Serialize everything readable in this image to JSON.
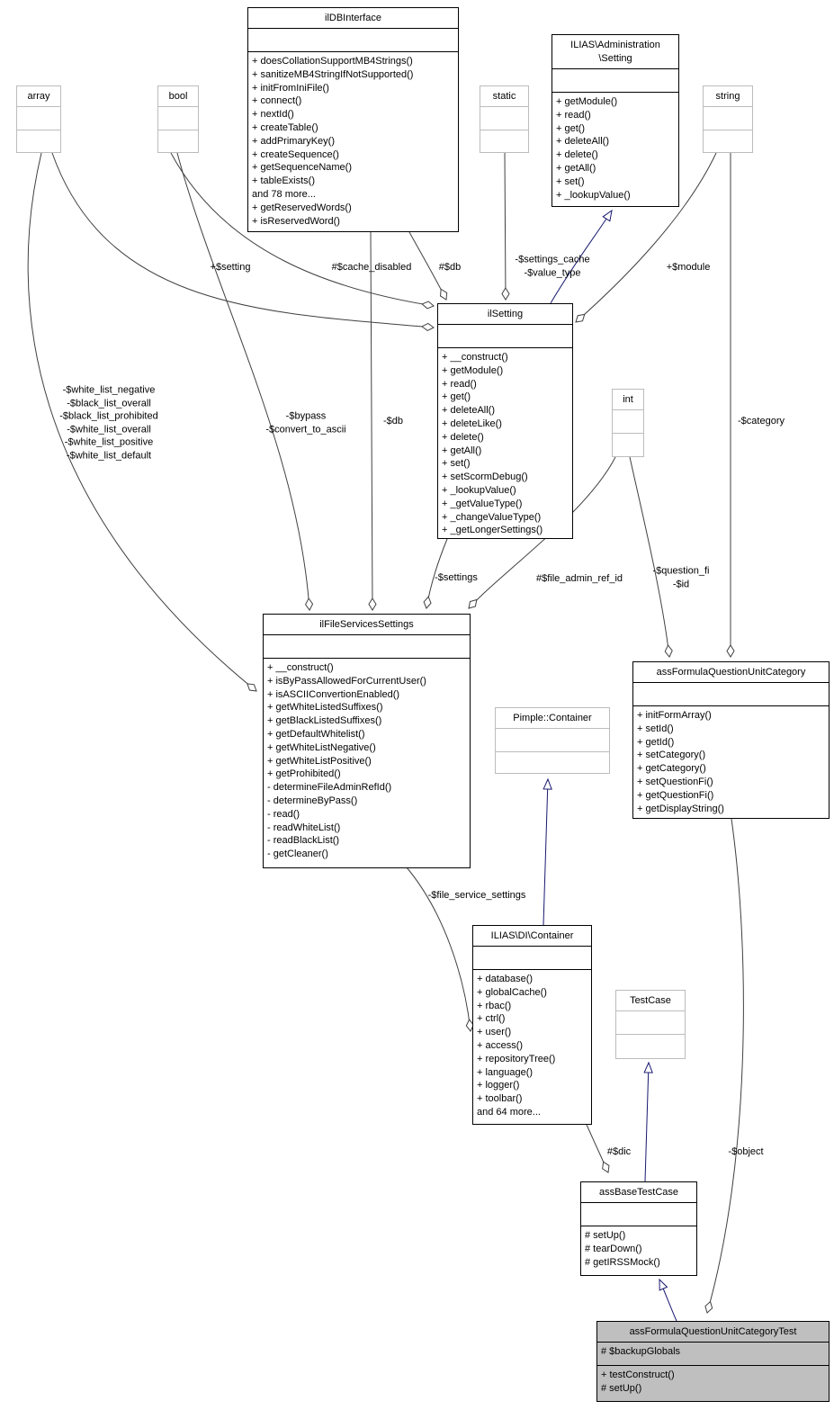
{
  "diagram": {
    "type": "uml-collaboration-diagram",
    "background": "#ffffff",
    "edge_color": "#404040",
    "inheritance_color": "#191970",
    "selected_fill": "#bfbfbf",
    "external_border": "#bcbcbc"
  },
  "classes": [
    {
      "id": "ilDBInterface",
      "kind": "normal",
      "title_lines": [
        "ilDBInterface"
      ],
      "attributes": [],
      "methods": [
        "+ doesCollationSupportMB4Strings()",
        "+ sanitizeMB4StringIfNotSupported()",
        "+ initFromIniFile()",
        "+ connect()",
        "+ nextId()",
        "+ createTable()",
        "+ addPrimaryKey()",
        "+ createSequence()",
        "+ getSequenceName()",
        "+ tableExists()",
        "and 78 more...",
        "+ getReservedWords()",
        "+ isReservedWord()"
      ]
    },
    {
      "id": "AdministrationSetting",
      "kind": "normal",
      "title_lines": [
        "ILIAS\\Administration",
        "\\Setting"
      ],
      "attributes": [],
      "methods": [
        "+ getModule()",
        "+ read()",
        "+ get()",
        "+ deleteAll()",
        "+ delete()",
        "+ getAll()",
        "+ set()",
        "+ _lookupValue()"
      ]
    },
    {
      "id": "array",
      "kind": "external",
      "title_lines": [
        "array"
      ],
      "attributes": [],
      "methods": []
    },
    {
      "id": "bool",
      "kind": "external",
      "title_lines": [
        "bool"
      ],
      "attributes": [],
      "methods": []
    },
    {
      "id": "static",
      "kind": "external",
      "title_lines": [
        "static"
      ],
      "attributes": [],
      "methods": []
    },
    {
      "id": "string",
      "kind": "external",
      "title_lines": [
        "string"
      ],
      "attributes": [],
      "methods": []
    },
    {
      "id": "int",
      "kind": "external",
      "title_lines": [
        "int"
      ],
      "attributes": [],
      "methods": []
    },
    {
      "id": "ilSetting",
      "kind": "normal",
      "title_lines": [
        "ilSetting"
      ],
      "attributes": [],
      "methods": [
        "+ __construct()",
        "+ getModule()",
        "+ read()",
        "+ get()",
        "+ deleteAll()",
        "+ deleteLike()",
        "+ delete()",
        "+ getAll()",
        "+ set()",
        "+ setScormDebug()",
        "+ _lookupValue()",
        "+ _getValueType()",
        "+ _changeValueType()",
        "+ _getLongerSettings()"
      ]
    },
    {
      "id": "ilFileServicesSettings",
      "kind": "normal",
      "title_lines": [
        "ilFileServicesSettings"
      ],
      "attributes": [],
      "methods": [
        "+ __construct()",
        "+ isByPassAllowedForCurrentUser()",
        "+ isASCIIConvertionEnabled()",
        "+ getWhiteListedSuffixes()",
        "+ getBlackListedSuffixes()",
        "+ getDefaultWhitelist()",
        "+ getWhiteListNegative()",
        "+ getWhiteListPositive()",
        "+ getProhibited()",
        "- determineFileAdminRefId()",
        "- determineByPass()",
        "- read()",
        "- readWhiteList()",
        "- readBlackList()",
        "- getCleaner()"
      ]
    },
    {
      "id": "assFormulaQuestionUnitCategory",
      "kind": "normal",
      "title_lines": [
        "assFormulaQuestionUnitCategory"
      ],
      "attributes": [],
      "methods": [
        "+ initFormArray()",
        "+ setId()",
        "+ getId()",
        "+ setCategory()",
        "+ getCategory()",
        "+ setQuestionFi()",
        "+ getQuestionFi()",
        "+ getDisplayString()"
      ]
    },
    {
      "id": "PimpleContainer",
      "kind": "external",
      "title_lines": [
        "Pimple::Container"
      ],
      "attributes": [],
      "methods": []
    },
    {
      "id": "DIContainer",
      "kind": "normal",
      "title_lines": [
        "ILIAS\\DI\\Container"
      ],
      "attributes": [],
      "methods": [
        "+ database()",
        "+ globalCache()",
        "+ rbac()",
        "+ ctrl()",
        "+ user()",
        "+ access()",
        "+ repositoryTree()",
        "+ language()",
        "+ logger()",
        "+ toolbar()",
        "and 64 more..."
      ]
    },
    {
      "id": "TestCase",
      "kind": "external",
      "title_lines": [
        "TestCase"
      ],
      "attributes": [],
      "methods": []
    },
    {
      "id": "assBaseTestCase",
      "kind": "normal",
      "title_lines": [
        "assBaseTestCase"
      ],
      "attributes": [],
      "methods": [
        "# setUp()",
        "# tearDown()",
        "# getIRSSMock()"
      ]
    },
    {
      "id": "assFormulaQuestionUnitCategoryTest",
      "kind": "selected",
      "title_lines": [
        "assFormulaQuestionUnitCategoryTest"
      ],
      "attributes": [
        "# $backupGlobals"
      ],
      "methods": [
        "+ testConstruct()",
        "# setUp()"
      ]
    }
  ],
  "edge_labels": [
    {
      "id": "setting",
      "lines": [
        "+$setting"
      ]
    },
    {
      "id": "cache-disabled",
      "lines": [
        "#$cache_disabled"
      ]
    },
    {
      "id": "db-setting",
      "lines": [
        "#$db"
      ]
    },
    {
      "id": "settings-cache",
      "lines": [
        "-$settings_cache",
        "-$value_type"
      ]
    },
    {
      "id": "module",
      "lines": [
        "+$module"
      ]
    },
    {
      "id": "whitelists",
      "lines": [
        "-$white_list_negative",
        "-$black_list_overall",
        "-$black_list_prohibited",
        "-$white_list_overall",
        "-$white_list_positive",
        "-$white_list_default"
      ]
    },
    {
      "id": "bypass",
      "lines": [
        "-$bypass",
        "-$convert_to_ascii"
      ]
    },
    {
      "id": "db-fss",
      "lines": [
        "-$db"
      ]
    },
    {
      "id": "settings-fss",
      "lines": [
        "-$settings"
      ]
    },
    {
      "id": "file-admin-ref-id",
      "lines": [
        "#$file_admin_ref_id"
      ]
    },
    {
      "id": "question-fi",
      "lines": [
        "-$question_fi",
        "-$id"
      ]
    },
    {
      "id": "category",
      "lines": [
        "-$category"
      ]
    },
    {
      "id": "file-service-settings",
      "lines": [
        "-$file_service_settings"
      ]
    },
    {
      "id": "dic",
      "lines": [
        "#$dic"
      ]
    },
    {
      "id": "object",
      "lines": [
        "-$object"
      ]
    }
  ]
}
